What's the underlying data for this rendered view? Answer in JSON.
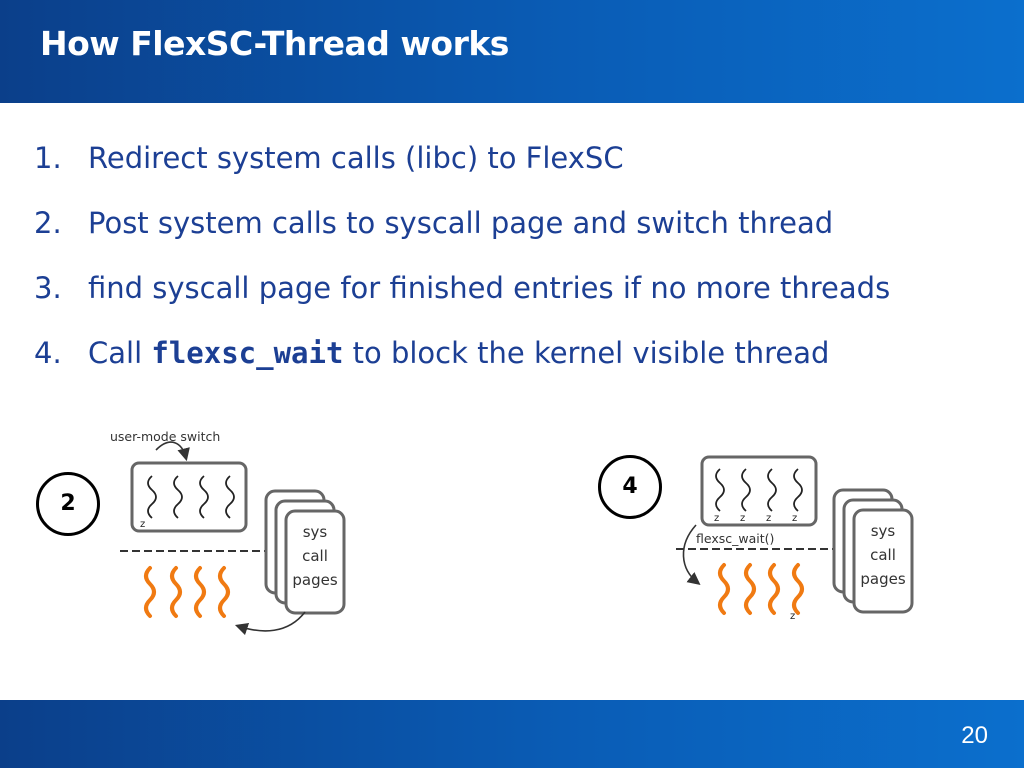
{
  "slide": {
    "title": "How FlexSC-Thread works",
    "page_number": "20"
  },
  "bullets": [
    {
      "num": "1.",
      "text": "Redirect system calls (libc) to FlexSC"
    },
    {
      "num": "2.",
      "text": "Post system calls to syscall page and switch thread"
    },
    {
      "num": "3.",
      "text": "find syscall page for finished entries if no more threads"
    },
    {
      "num": "4.",
      "pre": "Call ",
      "code": "flexsc_wait",
      "post": " to block the kernel visible thread"
    }
  ],
  "figures": {
    "left": {
      "step_label": "2",
      "switch_label": "user-mode switch",
      "sleep_mark": "z",
      "pages_line1": "sys",
      "pages_line2": "call",
      "pages_line3": "pages"
    },
    "right": {
      "step_label": "4",
      "wait_label": "flexsc_wait()",
      "sleep_mark": "z",
      "pages_line1": "sys",
      "pages_line2": "call",
      "pages_line3": "pages"
    }
  },
  "colors": {
    "accent": "#0a5cb5",
    "text_blue": "#1c3f94",
    "kernel_thread": "#f07a12",
    "box_border": "#666666"
  }
}
